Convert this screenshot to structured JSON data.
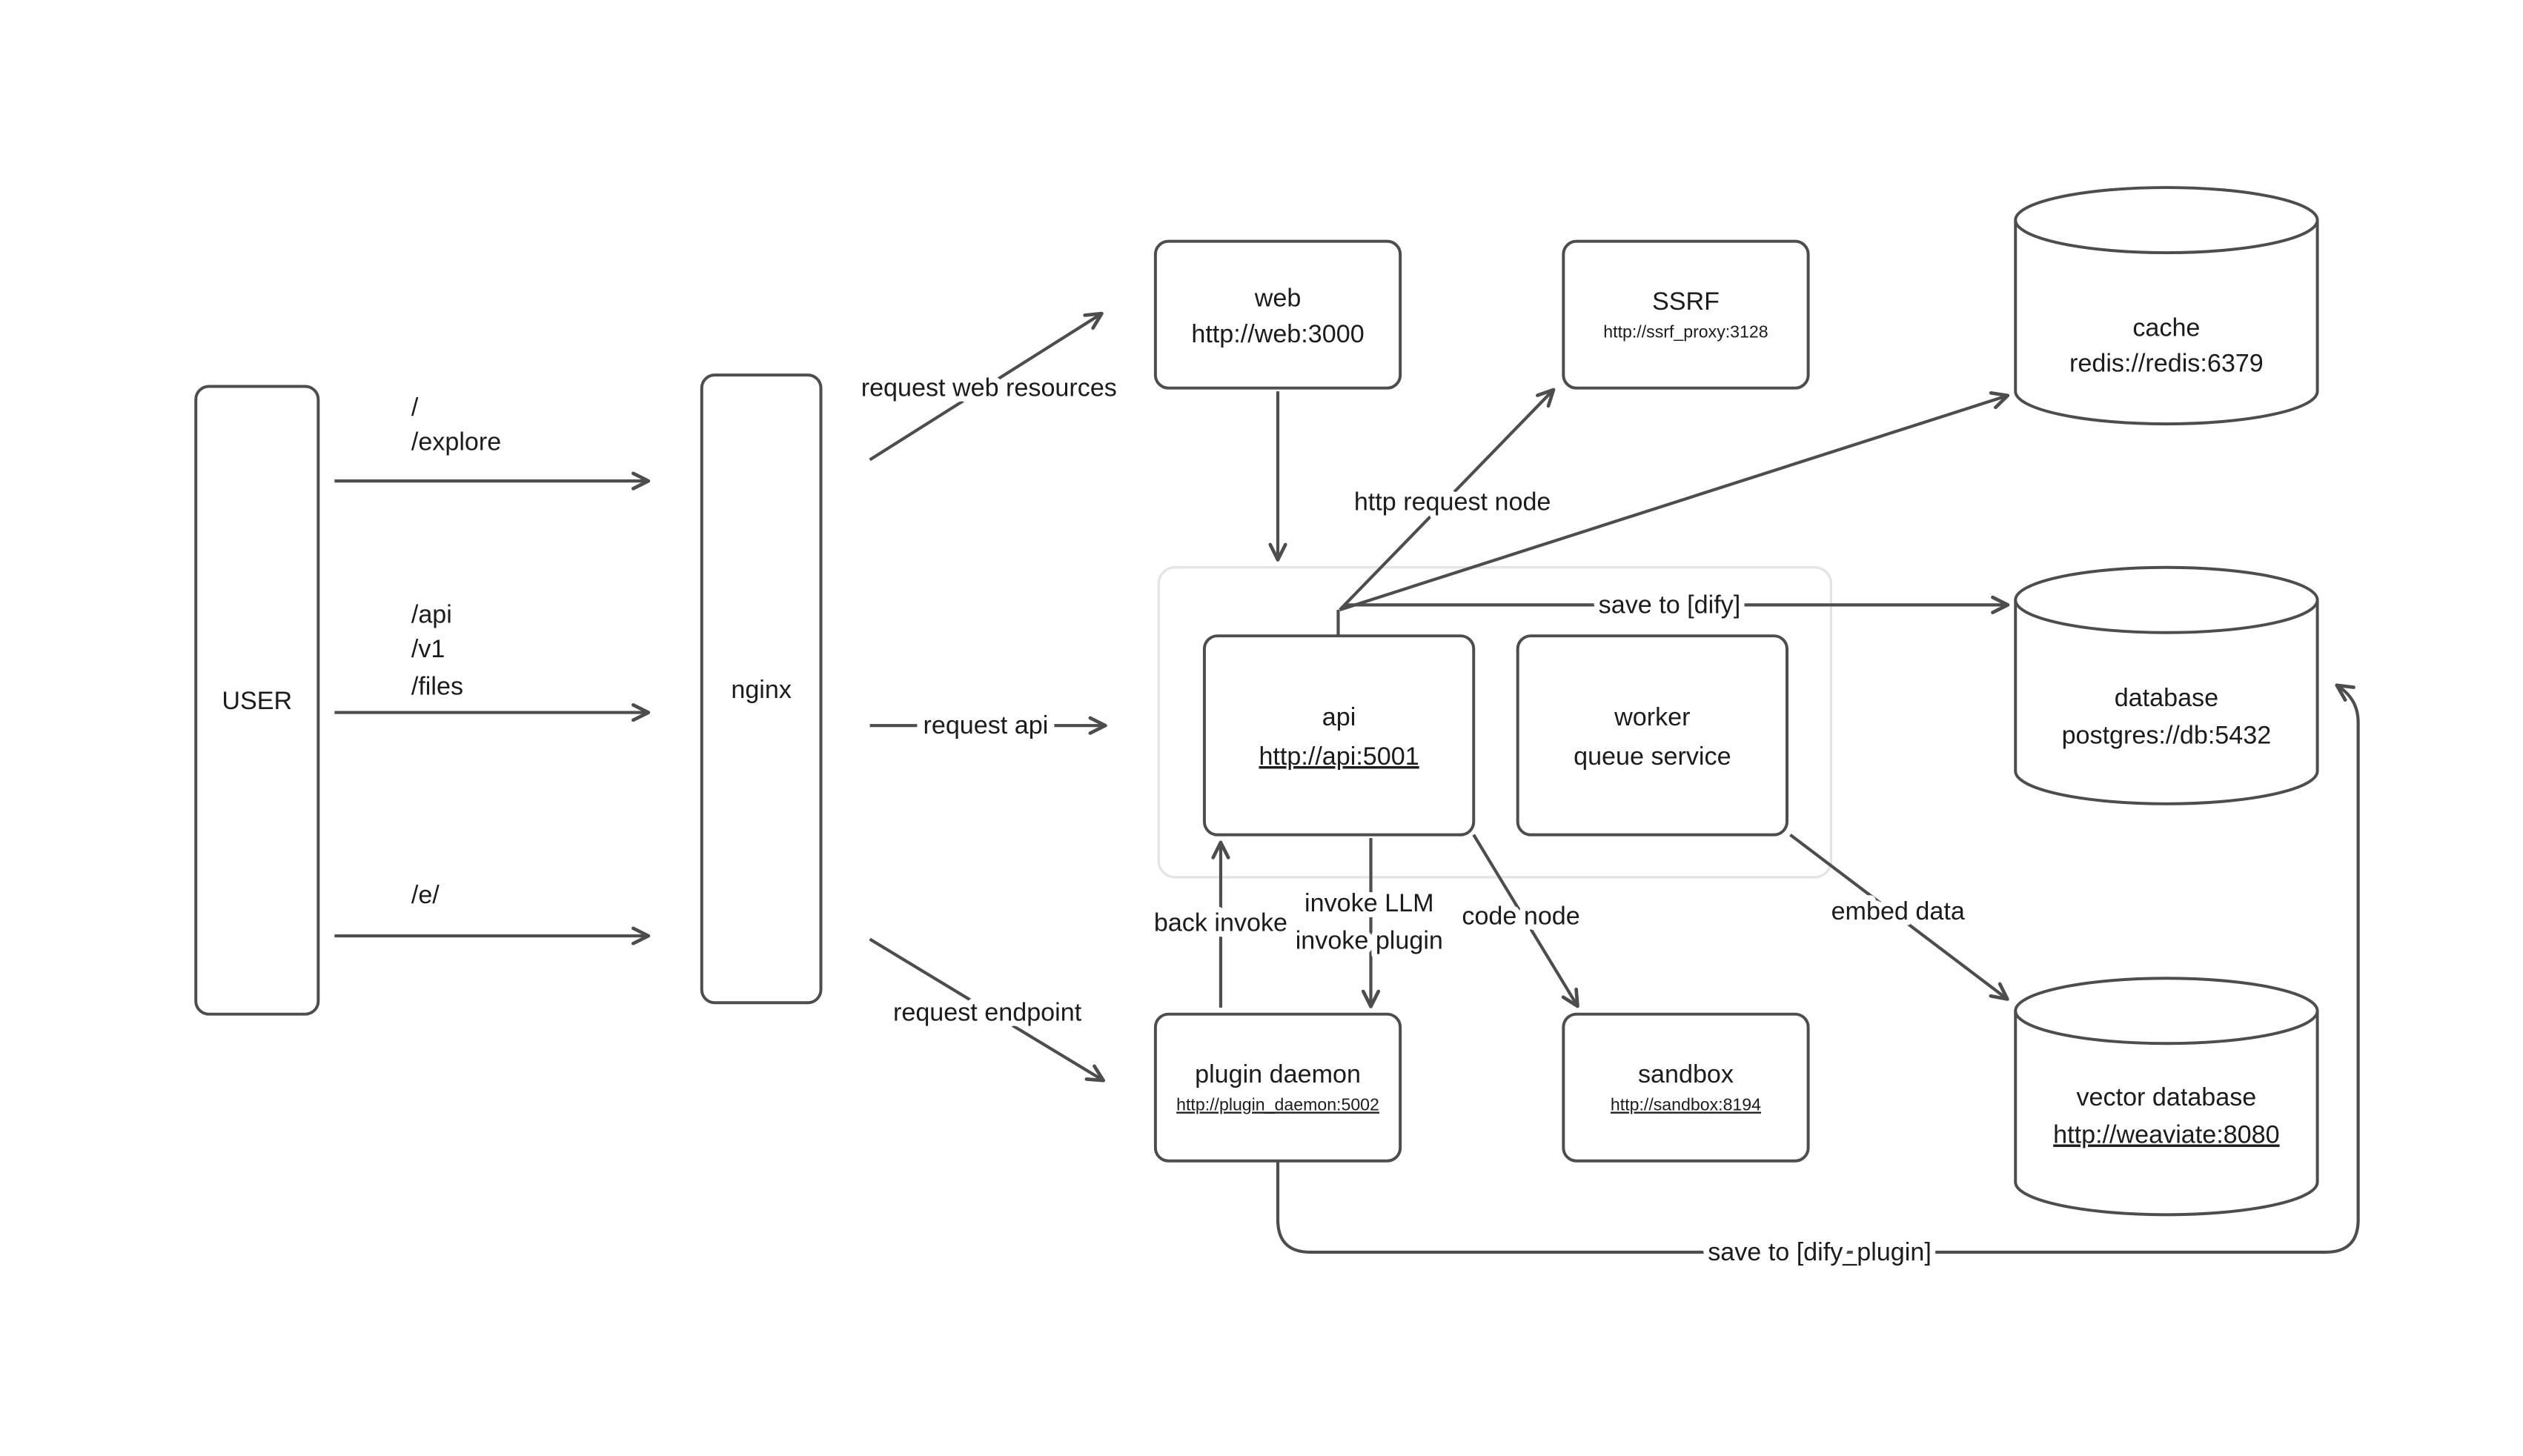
{
  "colors": {
    "background": "#ffffff",
    "node_border": "#4d4d4d",
    "edge": "#4d4d4d",
    "text": "#1c1c1c",
    "group_border": "#e4e4e4"
  },
  "nodes": {
    "user": {
      "label": "USER"
    },
    "nginx": {
      "label": "nginx"
    },
    "web": {
      "title": "web",
      "url": "http://web:3000"
    },
    "ssrf": {
      "title": "SSRF",
      "url": "http://ssrf_proxy:3128"
    },
    "cache": {
      "title": "cache",
      "url": "redis://redis:6379"
    },
    "api": {
      "title": "api",
      "url": "http://api:5001"
    },
    "worker": {
      "line1": "worker",
      "line2": "queue service"
    },
    "database": {
      "title": "database",
      "url": "postgres://db:5432"
    },
    "plugin_daemon": {
      "title": "plugin daemon",
      "url": "http://plugin_daemon:5002"
    },
    "sandbox": {
      "title": "sandbox",
      "url": "http://sandbox:8194"
    },
    "vector_database": {
      "title": "vector database",
      "url": "http://weaviate:8080"
    }
  },
  "edges": {
    "user_nginx_root": {
      "line1": "/",
      "line2": "/explore"
    },
    "user_nginx_api": {
      "line1": "/api",
      "line2": "/v1",
      "line3": "/files"
    },
    "user_nginx_e": {
      "label": "/e/"
    },
    "request_web_resources": {
      "label": "request web resources"
    },
    "request_api": {
      "label": "request api"
    },
    "request_endpoint": {
      "label": "request endpoint"
    },
    "http_request_node": {
      "label": "http request node"
    },
    "save_to_dify": {
      "label": "save to [dify]"
    },
    "back_invoke": {
      "label": "back invoke"
    },
    "invoke_plugin": {
      "line1": "invoke LLM",
      "line2": "invoke plugin"
    },
    "code_node": {
      "label": "code node"
    },
    "embed_data": {
      "label": "embed data"
    },
    "save_to_dify_plugin": {
      "label": "save to [dify_plugin]"
    }
  }
}
